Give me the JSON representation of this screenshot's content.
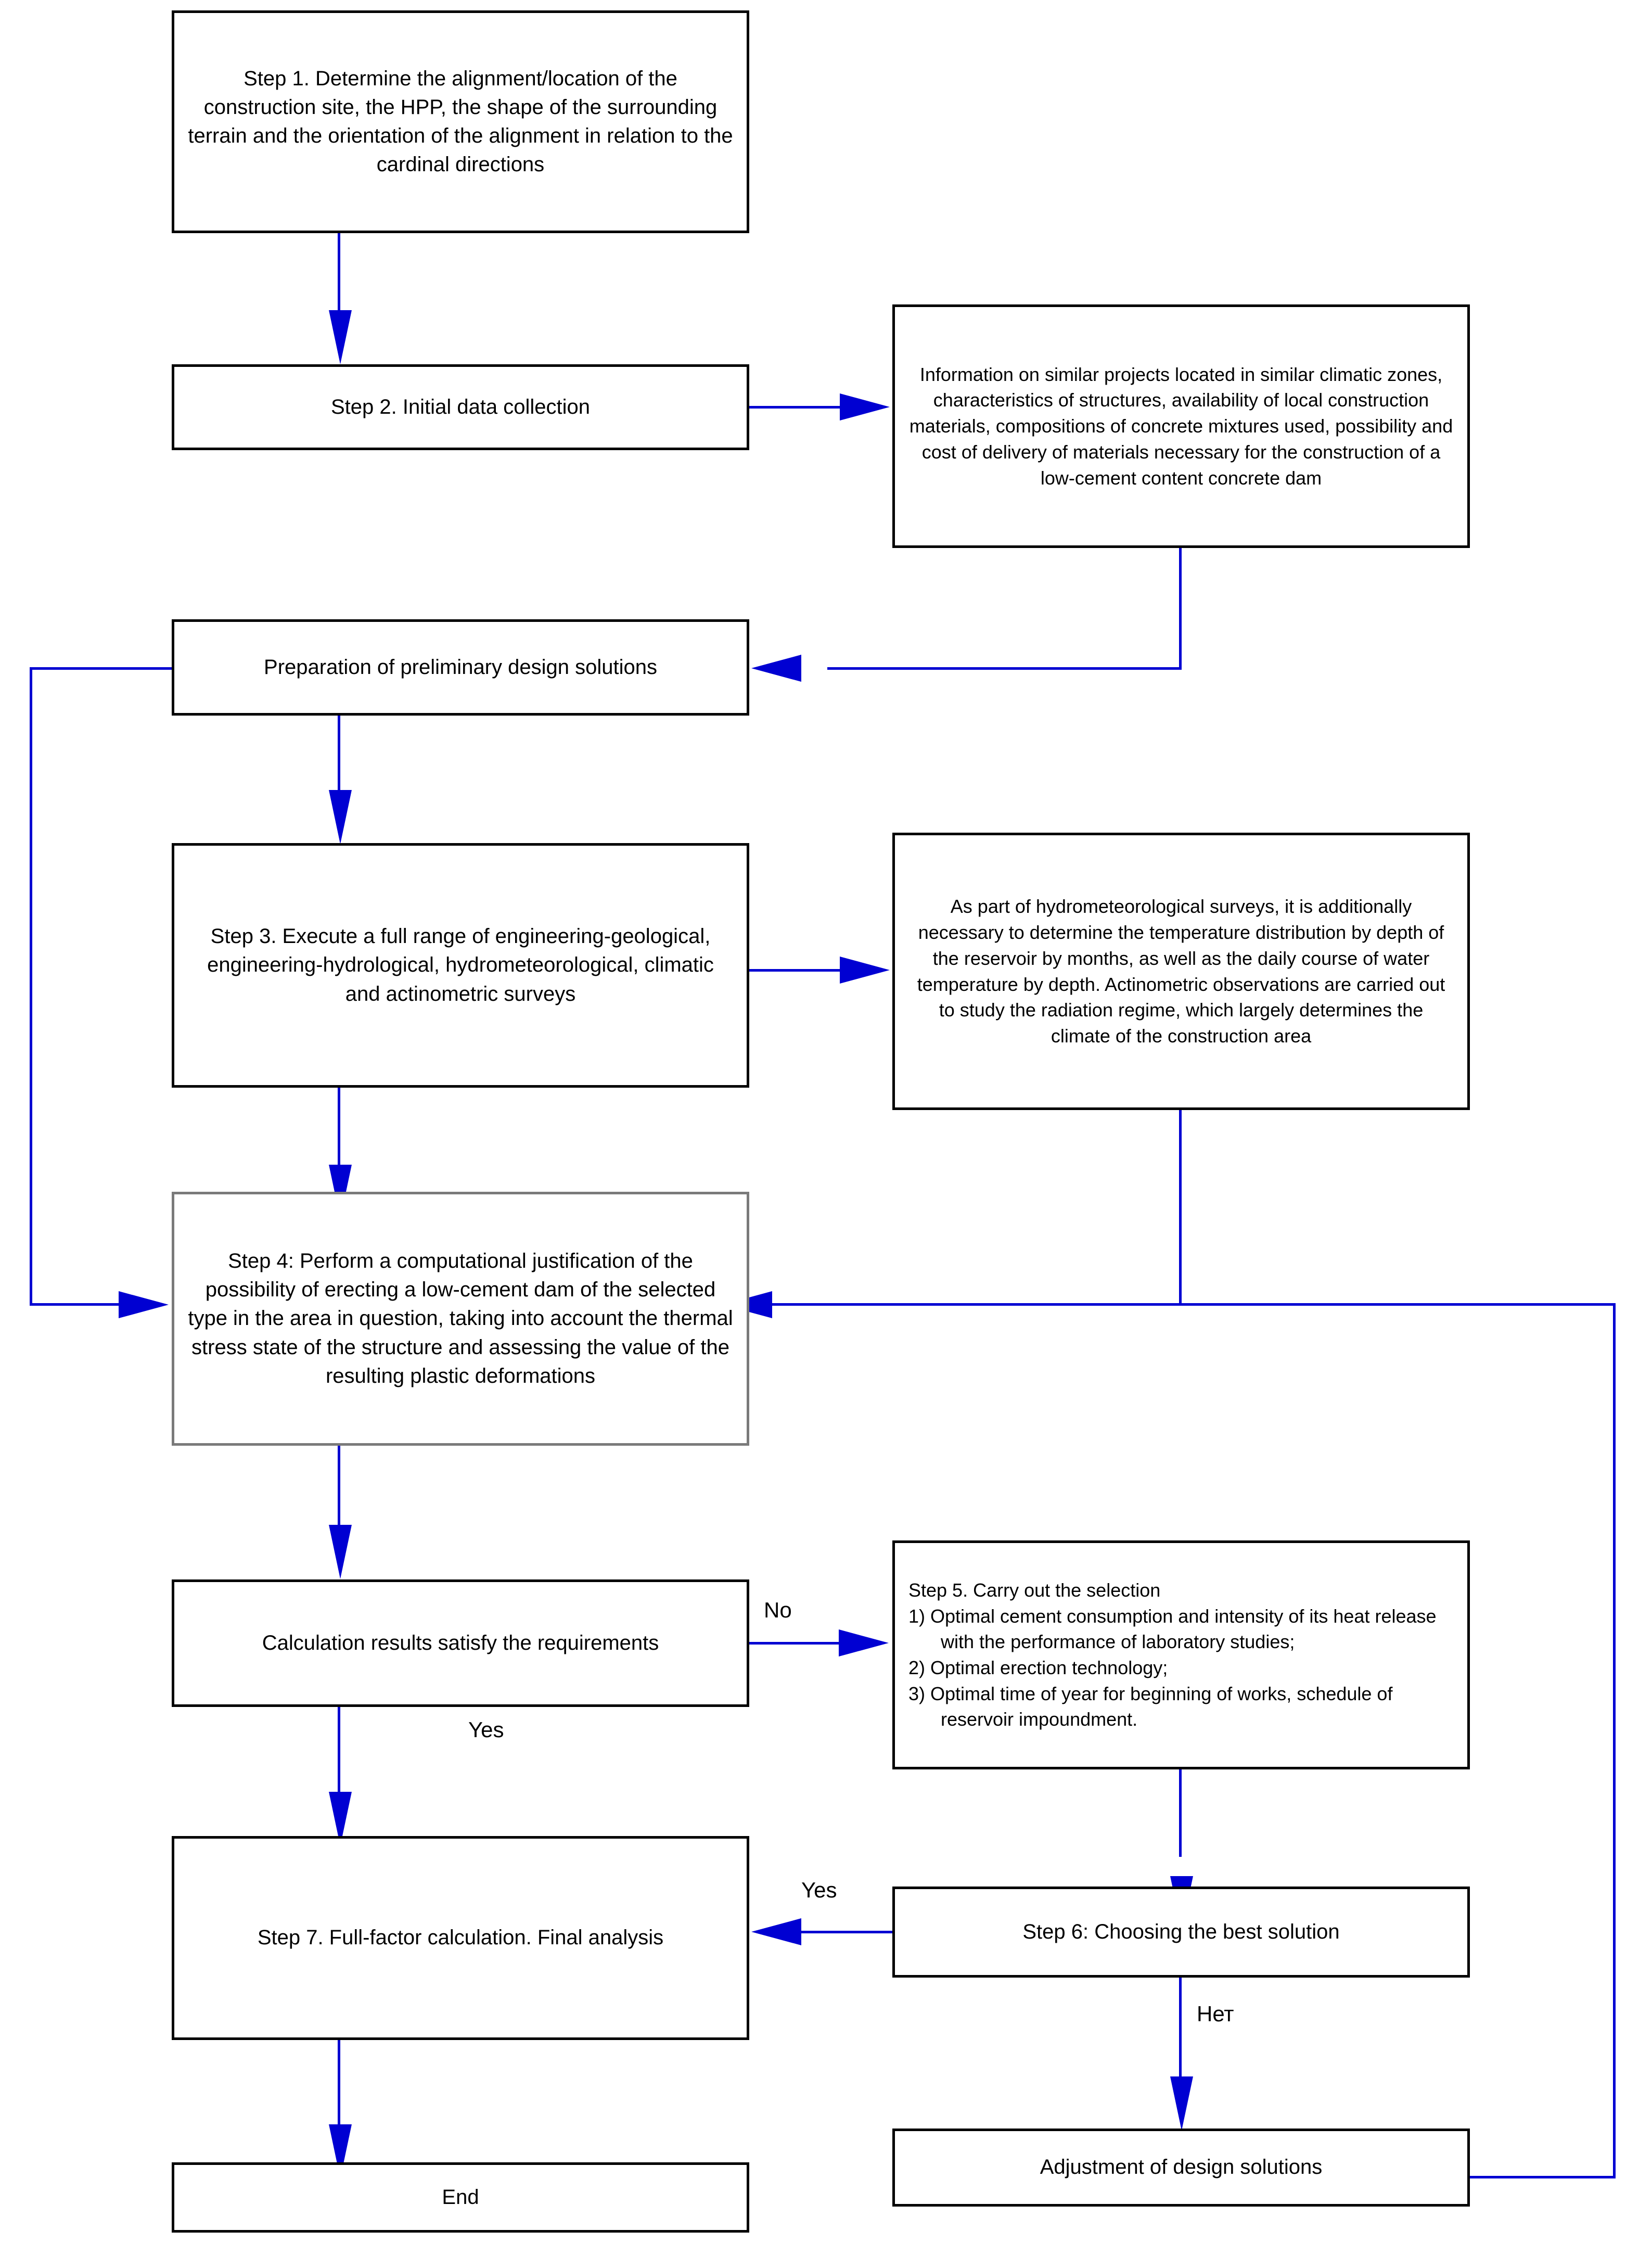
{
  "diagram": {
    "title": "Design methodology flowchart for a low-cement content concrete dam",
    "accent_color": "#0000D2",
    "box_border_color": "#000000",
    "background_color": "#FFFFFF"
  },
  "nodes": {
    "step1": "Step 1. Determine the alignment/location of the construction site, the HPP, the shape of the surrounding terrain and the orientation of the alignment in relation to the cardinal directions",
    "step2": "Step 2. Initial data collection",
    "info_similar_projects": "Information on similar projects located in similar climatic zones, characteristics of structures, availability of local construction materials, compositions of concrete mixtures used, possibility and cost of delivery of materials necessary for the construction of a low-cement content concrete dam",
    "preliminary_design": "Preparation of preliminary design solutions",
    "step3": "Step 3. Execute a full range of engineering-geological, engineering-hydrological, hydrometeorological, climatic and actinometric surveys",
    "hydromet_note": "As part of hydrometeorological surveys, it is additionally necessary to determine the temperature distribution by depth of the reservoir by months, as well as the daily course of water temperature by depth. Actinometric observations are carried out to study the radiation regime, which largely determines the climate of the construction area",
    "step4": "Step 4: Perform a computational justification of the possibility of erecting a low-cement dam of the selected type in the area in question, taking into account the thermal stress state of the structure and assessing the value of the resulting plastic deformations",
    "decision_results": "Calculation results satisfy the requirements",
    "step5_heading": "Step 5. Carry out the selection",
    "step5_item1": "1) Optimal cement consumption and intensity of its heat release with the performance of laboratory studies;",
    "step5_item2": "2) Optimal erection technology;",
    "step5_item3": "3) Optimal time of year for beginning of works, schedule of reservoir impoundment.",
    "step7": "Step 7. Full-factor calculation. Final analysis",
    "step6": "Step 6: Choosing the best solution",
    "adjustment": "Adjustment of design solutions",
    "end": "End"
  },
  "edge_labels": {
    "no": "No",
    "yes_down": "Yes",
    "yes_left": "Yes",
    "net": "Нет"
  }
}
